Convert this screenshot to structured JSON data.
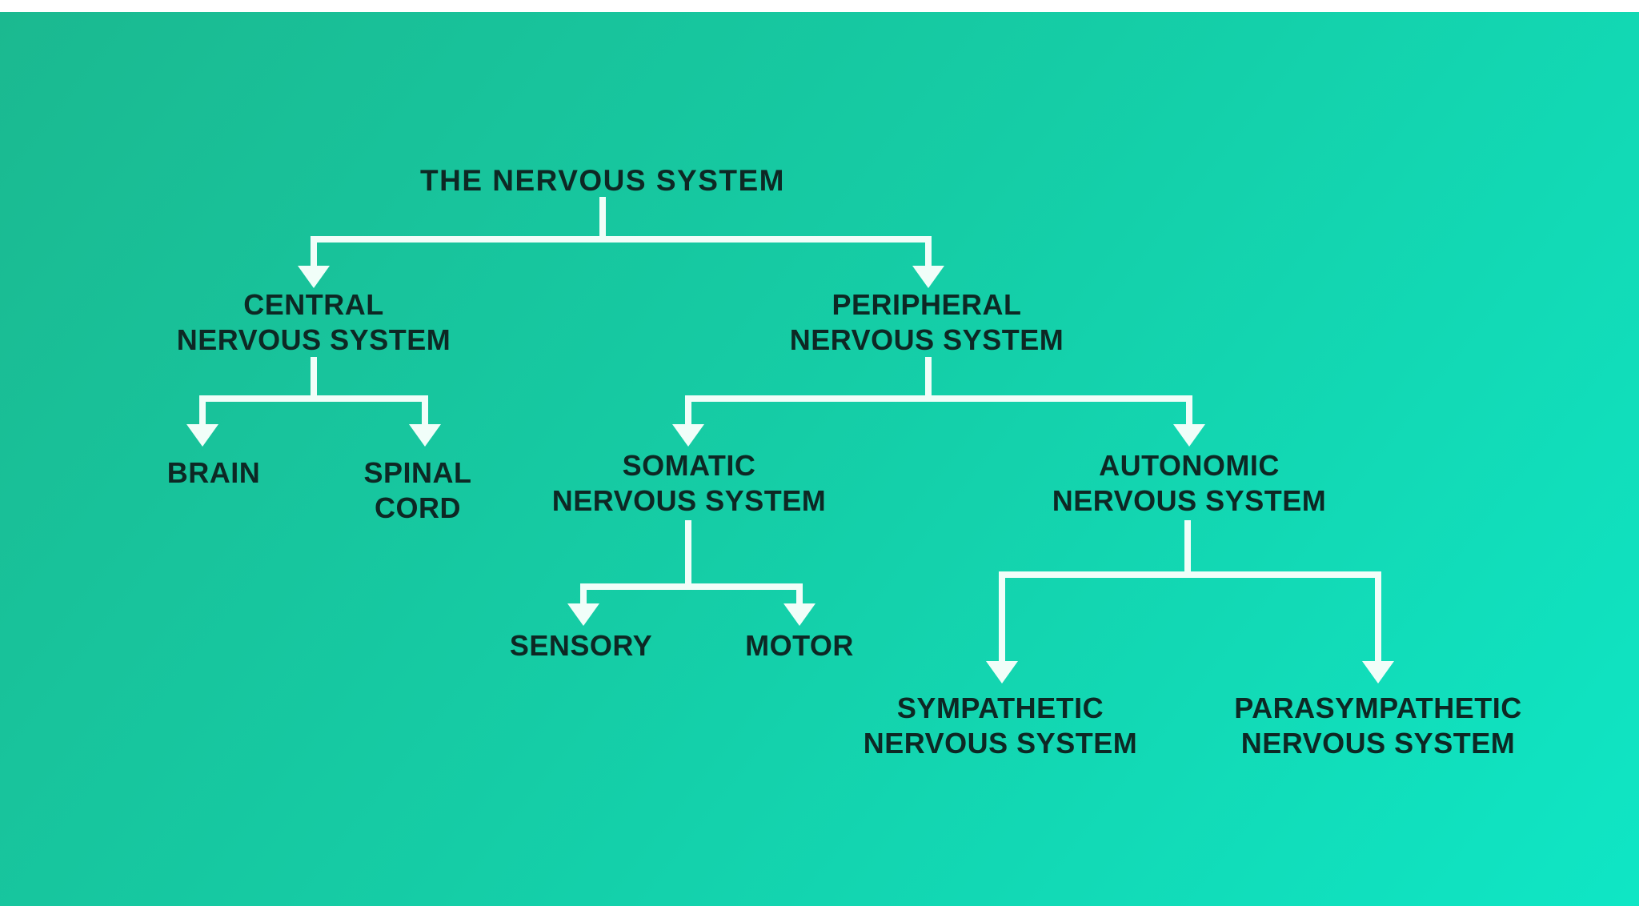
{
  "colors": {
    "bg_start": "#1bb990",
    "bg_mid": "#15cda6",
    "bg_end": "#0fe6c5",
    "line": "#f1fef9",
    "text": "#0d2824",
    "frame": "#ffffff"
  },
  "diagram": {
    "title": "THE NERVOUS SYSTEM",
    "nodes": {
      "central": {
        "line1": "CENTRAL",
        "line2": "NERVOUS SYSTEM"
      },
      "peripheral": {
        "line1": "PERIPHERAL",
        "line2": "NERVOUS SYSTEM"
      },
      "brain": {
        "line1": "BRAIN"
      },
      "spinal_cord": {
        "line1": "SPINAL",
        "line2": "CORD"
      },
      "somatic": {
        "line1": "SOMATIC",
        "line2": "NERVOUS SYSTEM"
      },
      "autonomic": {
        "line1": "AUTONOMIC",
        "line2": "NERVOUS SYSTEM"
      },
      "sensory": {
        "line1": "SENSORY"
      },
      "motor": {
        "line1": "MOTOR"
      },
      "sympathetic": {
        "line1": "SYMPATHETIC",
        "line2": "NERVOUS SYSTEM"
      },
      "parasympathetic": {
        "line1": "PARASYMPATHETIC",
        "line2": "NERVOUS SYSTEM"
      }
    },
    "edges": [
      {
        "parent": "The Nervous System",
        "child": "Central Nervous System"
      },
      {
        "parent": "The Nervous System",
        "child": "Peripheral Nervous System"
      },
      {
        "parent": "Central Nervous System",
        "child": "Brain"
      },
      {
        "parent": "Central Nervous System",
        "child": "Spinal Cord"
      },
      {
        "parent": "Peripheral Nervous System",
        "child": "Somatic Nervous System"
      },
      {
        "parent": "Peripheral Nervous System",
        "child": "Autonomic Nervous System"
      },
      {
        "parent": "Somatic Nervous System",
        "child": "Sensory"
      },
      {
        "parent": "Somatic Nervous System",
        "child": "Motor"
      },
      {
        "parent": "Autonomic Nervous System",
        "child": "Sympathetic Nervous System"
      },
      {
        "parent": "Autonomic Nervous System",
        "child": "Parasympathetic Nervous System"
      }
    ]
  }
}
